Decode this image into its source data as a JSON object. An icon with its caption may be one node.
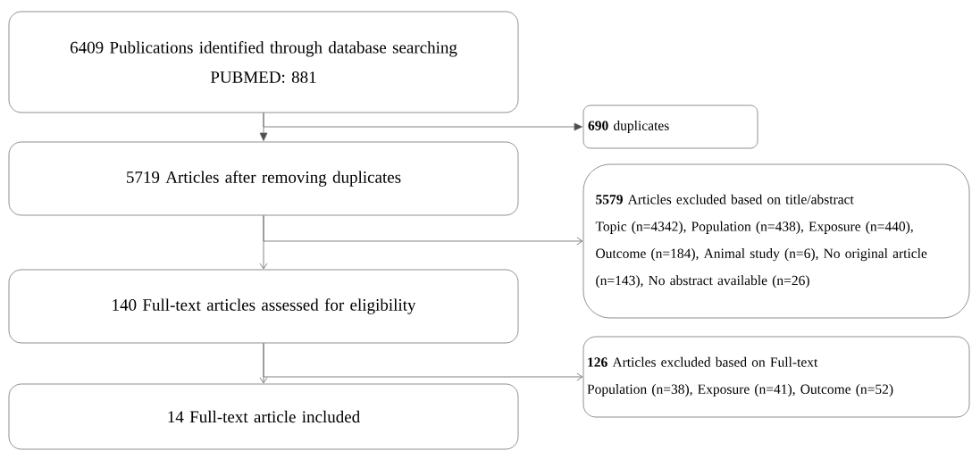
{
  "diagram": {
    "nodes": [
      {
        "text": [
          "6409 Publications identified through database searching",
          "PUBMED: 881"
        ]
      },
      {
        "text": [
          "5719 Articles after removing duplicates"
        ]
      },
      {
        "text": [
          "140 Full-text articles assessed for eligibility"
        ]
      },
      {
        "text": [
          "14 Full-text article included"
        ]
      },
      {
        "text": [
          "**690** duplicates"
        ]
      },
      {
        "text": [
          "**5579** Articles excluded based on title/abstract",
          "Topic (n=4342), Population (n=438), Exposure (n=440), Outcome (n=184), Animal study (n=6), No original article (n=143), No abstract available (n=26)"
        ]
      },
      {
        "text": [
          "**126** Articles excluded based on Full-text",
          "Population (n=38), Exposure (n=41), Outcome (n=52)"
        ]
      }
    ],
    "edges": [
      {
        "from": 0,
        "to": 1,
        "arrow": "to"
      },
      {
        "from": 0,
        "to": 4,
        "arrow": "to"
      },
      {
        "from": 1,
        "to": 2,
        "arrow": "to"
      },
      {
        "from": 1,
        "to": 5,
        "arrow": "to"
      },
      {
        "from": 2,
        "to": 3,
        "arrow": "to"
      },
      {
        "from": 2,
        "to": 6,
        "arrow": "to"
      }
    ]
  }
}
